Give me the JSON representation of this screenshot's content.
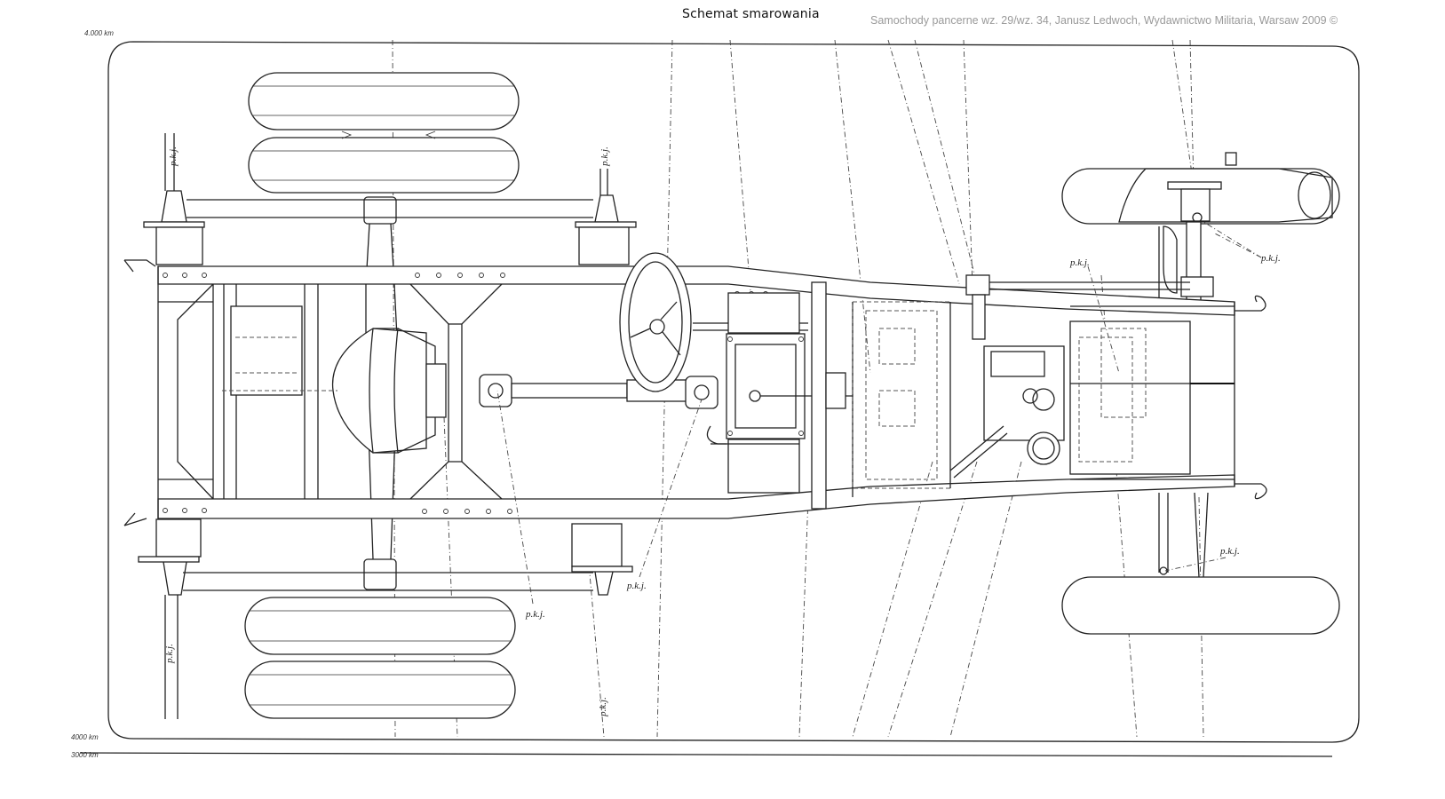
{
  "header": {
    "title": "Schemat smarowania",
    "credit": "Samochody pancerne wz. 29/wz. 34, Janusz Ledwoch, Wydawnictwo Militaria, Warsaw 2009 ©"
  },
  "scale_labels": {
    "top_left": "4.000 km",
    "bottom_left": "4000 km",
    "bottom_outer": "3000 km"
  },
  "callouts": {
    "label": "p.k.j.",
    "items": [
      {
        "id": "rear-left-upper",
        "text": "p.k.j."
      },
      {
        "id": "rear-right-upper",
        "text": "p.k.j."
      },
      {
        "id": "rear-left-lower",
        "text": "p.k.j."
      },
      {
        "id": "propshaft",
        "text": "p.k.j."
      },
      {
        "id": "steering-column",
        "text": "p.k.j."
      },
      {
        "id": "rear-axle-lower",
        "text": "p.k.j."
      },
      {
        "id": "front-steering",
        "text": "p.k.j."
      },
      {
        "id": "front-pivot",
        "text": "p.k.j."
      },
      {
        "id": "front-lower-pivot",
        "text": "p.k.j."
      }
    ]
  },
  "colors": {
    "line": "#222222",
    "credit_text": "#9a9a9a",
    "background": "#ffffff"
  }
}
